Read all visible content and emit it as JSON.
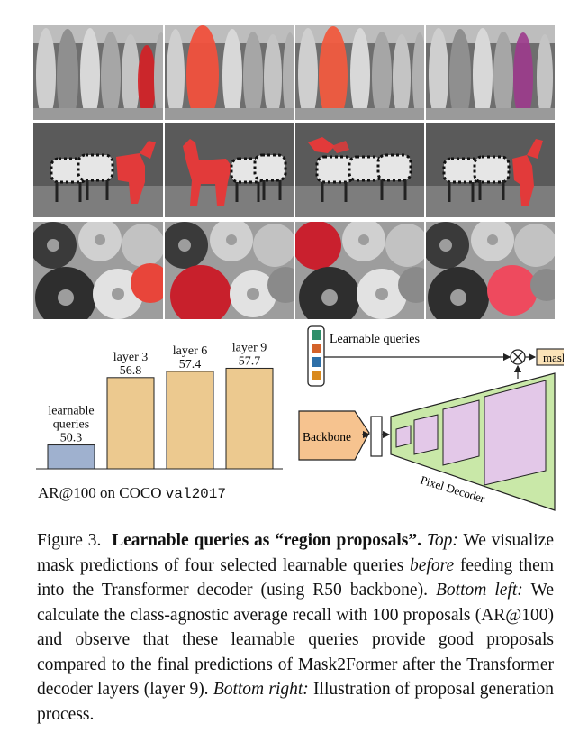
{
  "chart_data": {
    "type": "bar",
    "categories": [
      "learnable queries",
      "layer 3",
      "layer 6",
      "layer 9"
    ],
    "category_lines": [
      [
        "learnable",
        "queries"
      ],
      [
        "layer 3"
      ],
      [
        "layer 6"
      ],
      [
        "layer 9"
      ]
    ],
    "values": [
      50.3,
      56.8,
      57.4,
      57.7
    ],
    "value_labels": [
      "50.3",
      "56.8",
      "57.4",
      "57.7"
    ],
    "colors": [
      "#9fb1cf",
      "#ecc98f",
      "#ecc98f",
      "#ecc98f"
    ],
    "edge_color": "#222222",
    "caption_prefix": "AR@100 on COCO ",
    "caption_mono": "val2017",
    "ylim": [
      48,
      60
    ]
  },
  "diagram": {
    "legend_label": "Learnable queries",
    "query_colors": [
      "#2d8f6a",
      "#d4622a",
      "#2d6fa8",
      "#d98a1f"
    ],
    "backbone_label": "Backbone",
    "pixel_decoder_label": "Pixel Decoder",
    "mask_label": "mask",
    "multiply_symbol": "⊗",
    "colors": {
      "backbone_fill": "#f6c38f",
      "decoder_fill": "#c9e8a8",
      "feature_fill": "#e3c8e8",
      "mask_fill": "#fbe3b8"
    }
  },
  "caption": {
    "fig_label": "Figure 3.",
    "title": "Learnable queries as “region proposals”.",
    "top_label": "Top:",
    "top_text_1": " We visualize mask predictions of four selected learnable queries ",
    "top_before": "before",
    "top_text_2": " feeding them into the Transformer decoder (using R50 backbone). ",
    "bottom_left_label": "Bottom left:",
    "bottom_left_text": " We calculate the class-agnostic average recall with 100 proposals (AR@100) and observe that these learnable queries provide good proposals compared to the final predictions of Mask2Former after the Transformer decoder layers (layer 9). ",
    "bottom_right_label": "Bottom right:",
    "bottom_right_text": " Illustration of proposal generation process."
  }
}
